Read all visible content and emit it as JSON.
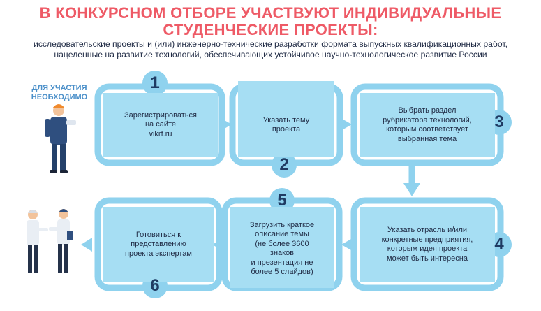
{
  "title": {
    "line1": "В КОНКУРСНОМ ОТБОРЕ УЧАСТВУЮТ ИНДИВИДУАЛЬНЫЕ",
    "line2": "СТУДЕНЧЕСКИЕ ПРОЕКТЫ:"
  },
  "subtitle": {
    "line1": "исследовательские проекты и (или) инженерно-технические разработки формата выпускных квалификационных работ,",
    "line2": "нацеленные на развитие технологий, обеспечивающих устойчивое научно-технологическое развитие России"
  },
  "intro": {
    "line1": "ДЛЯ УЧАСТИЯ",
    "line2": "НЕОБХОДИМО"
  },
  "steps": [
    {
      "number": "1",
      "lines": [
        "Зарегистрироваться",
        "на сайте",
        "vikrf.ru"
      ]
    },
    {
      "number": "2",
      "lines": [
        "Указать тему",
        "проекта"
      ]
    },
    {
      "number": "3",
      "lines": [
        "Выбрать раздел",
        "рубрикатора технологий,",
        "которым соответствует",
        "выбранная тема"
      ]
    },
    {
      "number": "4",
      "lines": [
        "Указать отрасль и/или",
        "конкретные предприятия,",
        "которым идея проекта",
        "может быть интересна"
      ]
    },
    {
      "number": "5",
      "lines": [
        "Загрузить краткое",
        "описание темы",
        "(не более 3600",
        "знаков",
        "и презентация не",
        "более 5 слайдов)"
      ]
    },
    {
      "number": "6",
      "lines": [
        "Готовиться к",
        "представлению",
        "проекта экспертам"
      ]
    }
  ],
  "colors": {
    "title": "#ee5a66",
    "intro": "#4a8fc9",
    "box": "#a6def3",
    "ring": "#8fd2ee",
    "number": "#1f3b63"
  },
  "icons": [
    "worker-figure",
    "handshake-figures"
  ]
}
